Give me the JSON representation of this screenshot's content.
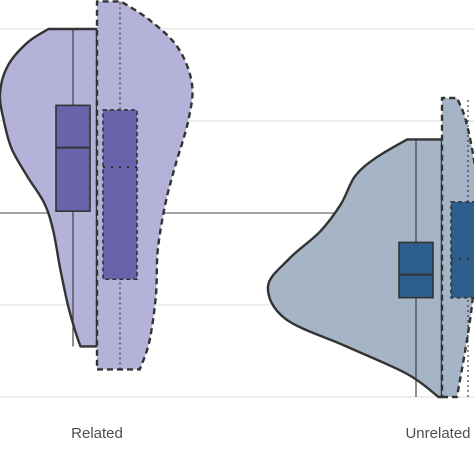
{
  "chart_data": {
    "type": "violin",
    "title": "",
    "xlabel": "",
    "ylabel": "",
    "categories": [
      "Related",
      "Unrelated"
    ],
    "grid": true,
    "legend": "none",
    "colors": {
      "related_fill": "#b4b2d8",
      "related_box": "#6a63ac",
      "unrelated_fill": "#a5b5c6",
      "unrelated_box": "#2e5f8c",
      "outline": "#333333",
      "grid": "#dedede",
      "reference_line": "#6e6e6e"
    },
    "groups": [
      {
        "category": "Related",
        "halves": [
          {
            "style": "solid",
            "side": "left",
            "range": [
              -1.45,
              2.0
            ],
            "box": {
              "q1": 0.02,
              "median": 0.71,
              "q3": 1.17
            },
            "density": [
              [
                -1.45,
                0.17
              ],
              [
                -1.3,
                0.22
              ],
              [
                -1.0,
                0.3
              ],
              [
                -0.6,
                0.38
              ],
              [
                -0.2,
                0.45
              ],
              [
                0.1,
                0.54
              ],
              [
                0.4,
                0.72
              ],
              [
                0.7,
                0.88
              ],
              [
                1.0,
                0.96
              ],
              [
                1.3,
                1.0
              ],
              [
                1.6,
                0.92
              ],
              [
                1.85,
                0.72
              ],
              [
                2.0,
                0.5
              ]
            ]
          },
          {
            "style": "dashed",
            "side": "right",
            "range": [
              -1.7,
              2.3
            ],
            "box": {
              "q1": -0.72,
              "median": 0.5,
              "q3": 1.12
            },
            "density": [
              [
                -1.7,
                0.45
              ],
              [
                -1.4,
                0.55
              ],
              [
                -0.9,
                0.62
              ],
              [
                -0.4,
                0.64
              ],
              [
                0.1,
                0.72
              ],
              [
                0.5,
                0.82
              ],
              [
                1.0,
                0.96
              ],
              [
                1.4,
                1.0
              ],
              [
                1.8,
                0.85
              ],
              [
                2.1,
                0.55
              ],
              [
                2.3,
                0.25
              ]
            ]
          }
        ]
      },
      {
        "category": "Unrelated",
        "halves": [
          {
            "style": "solid",
            "side": "left",
            "range": [
              -2.0,
              0.8
            ],
            "box": {
              "q1": -0.92,
              "median": -0.67,
              "q3": -0.32
            },
            "density": [
              [
                -2.0,
                0.02
              ],
              [
                -1.75,
                0.2
              ],
              [
                -1.45,
                0.55
              ],
              [
                -1.15,
                0.9
              ],
              [
                -0.8,
                1.0
              ],
              [
                -0.5,
                0.88
              ],
              [
                -0.2,
                0.7
              ],
              [
                0.1,
                0.58
              ],
              [
                0.4,
                0.5
              ],
              [
                0.6,
                0.38
              ],
              [
                0.8,
                0.2
              ]
            ]
          },
          {
            "style": "dashed",
            "side": "right",
            "range": [
              -2.0,
              1.25
            ],
            "box": {
              "q1": -0.92,
              "median": -0.5,
              "q3": 0.12
            },
            "density": [
              [
                -2.0,
                0.25
              ],
              [
                -1.0,
                0.5
              ],
              [
                0.0,
                0.6
              ],
              [
                0.5,
                0.55
              ],
              [
                1.0,
                0.4
              ],
              [
                1.25,
                0.25
              ]
            ]
          }
        ]
      }
    ],
    "reference_line": 0,
    "ylim": [
      -2.0,
      2.0
    ],
    "yticks": [
      -2,
      -1,
      0,
      1,
      2
    ]
  }
}
